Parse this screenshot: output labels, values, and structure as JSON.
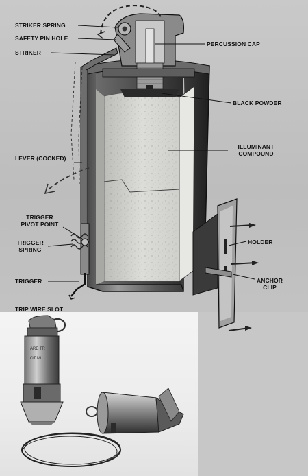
{
  "labels": {
    "striker_spring": "STRIKER SPRING",
    "safety_pin_hole": "SAFETY PIN HOLE",
    "striker": "STRIKER",
    "percussion_cap": "PERCUSSION CAP",
    "black_powder": "BLACK POWDER",
    "illuminant_compound_line1": "ILLUMINANT",
    "illuminant_compound_line2": "COMPOUND",
    "lever_cocked": "LEVER (COCKED)",
    "trigger_pivot_point_line1": "TRIGGER",
    "trigger_pivot_point_line2": "PIVOT POINT",
    "trigger_spring_line1": "TRIGGER",
    "trigger_spring_line2": "SPRING",
    "holder": "HOLDER",
    "anchor_clip_line1": "ANCHOR",
    "anchor_clip_line2": "CLIP",
    "trigger": "TRIGGER",
    "trip_wire_slot": "TRIP WIRE SLOT"
  },
  "colors": {
    "ink": "#111111",
    "metal_dark": "#3a3a3a",
    "metal_mid": "#7a7a7a",
    "metal_light": "#b5b5b5",
    "compound": "#d9d9d6",
    "background": "#c4c4c4"
  }
}
